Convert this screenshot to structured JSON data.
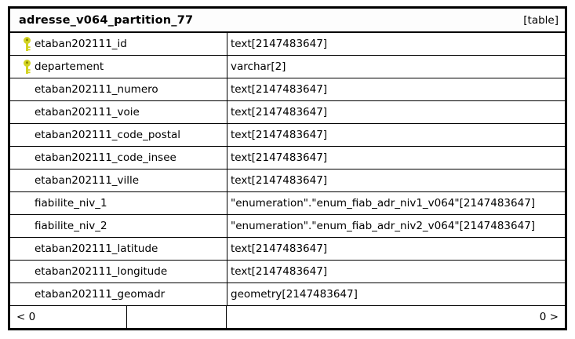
{
  "table": {
    "name": "adresse_v064_partition_77",
    "kind_badge": "[table]",
    "columns": [
      {
        "name": "etaban202111_id",
        "type": "text[2147483647]",
        "primary_key": true
      },
      {
        "name": "departement",
        "type": "varchar[2]",
        "primary_key": true
      },
      {
        "name": "etaban202111_numero",
        "type": "text[2147483647]",
        "primary_key": false
      },
      {
        "name": "etaban202111_voie",
        "type": "text[2147483647]",
        "primary_key": false
      },
      {
        "name": "etaban202111_code_postal",
        "type": "text[2147483647]",
        "primary_key": false
      },
      {
        "name": "etaban202111_code_insee",
        "type": "text[2147483647]",
        "primary_key": false
      },
      {
        "name": "etaban202111_ville",
        "type": "text[2147483647]",
        "primary_key": false
      },
      {
        "name": "fiabilite_niv_1",
        "type": "\"enumeration\".\"enum_fiab_adr_niv1_v064\"[2147483647]",
        "primary_key": false
      },
      {
        "name": "fiabilite_niv_2",
        "type": "\"enumeration\".\"enum_fiab_adr_niv2_v064\"[2147483647]",
        "primary_key": false
      },
      {
        "name": "etaban202111_latitude",
        "type": "text[2147483647]",
        "primary_key": false
      },
      {
        "name": "etaban202111_longitude",
        "type": "text[2147483647]",
        "primary_key": false
      },
      {
        "name": "etaban202111_geomadr",
        "type": "geometry[2147483647]",
        "primary_key": false
      }
    ],
    "footer": {
      "parents_count": "< 0",
      "children_count": "0 >"
    },
    "colors": {
      "key_icon": "#d3d321",
      "key_icon_hole": "#8a8a00",
      "border": "#000000",
      "background": "#ffffff",
      "text": "#000000"
    }
  }
}
